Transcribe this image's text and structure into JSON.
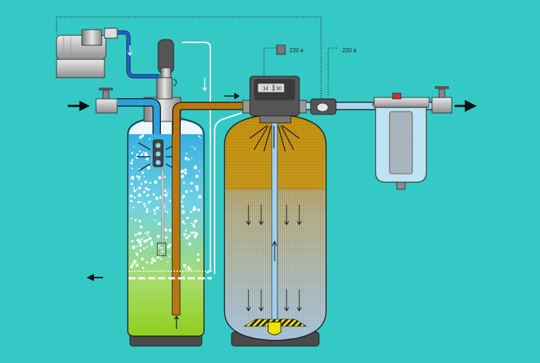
{
  "power_labels": {
    "controller": "220 в",
    "valve": "220 в"
  },
  "controller_display": {
    "left": "14",
    "right": "30"
  },
  "colors": {
    "background": "#35c9c6",
    "raw_water_pipe": "#2aa0dd",
    "aerated_water_pipe": "#b8780f",
    "treated_water_pipe": "#a9d6f3",
    "filter_media": "#c7930c",
    "pipe_outline": "#1a1a1a"
  },
  "icons": {
    "inlet_arrow": "arrow-right-icon",
    "outlet_arrow": "arrow-right-icon",
    "drain_arrow": "arrow-left-icon",
    "flow_down": "arrow-down-icon",
    "flow_up": "arrow-up-icon"
  }
}
